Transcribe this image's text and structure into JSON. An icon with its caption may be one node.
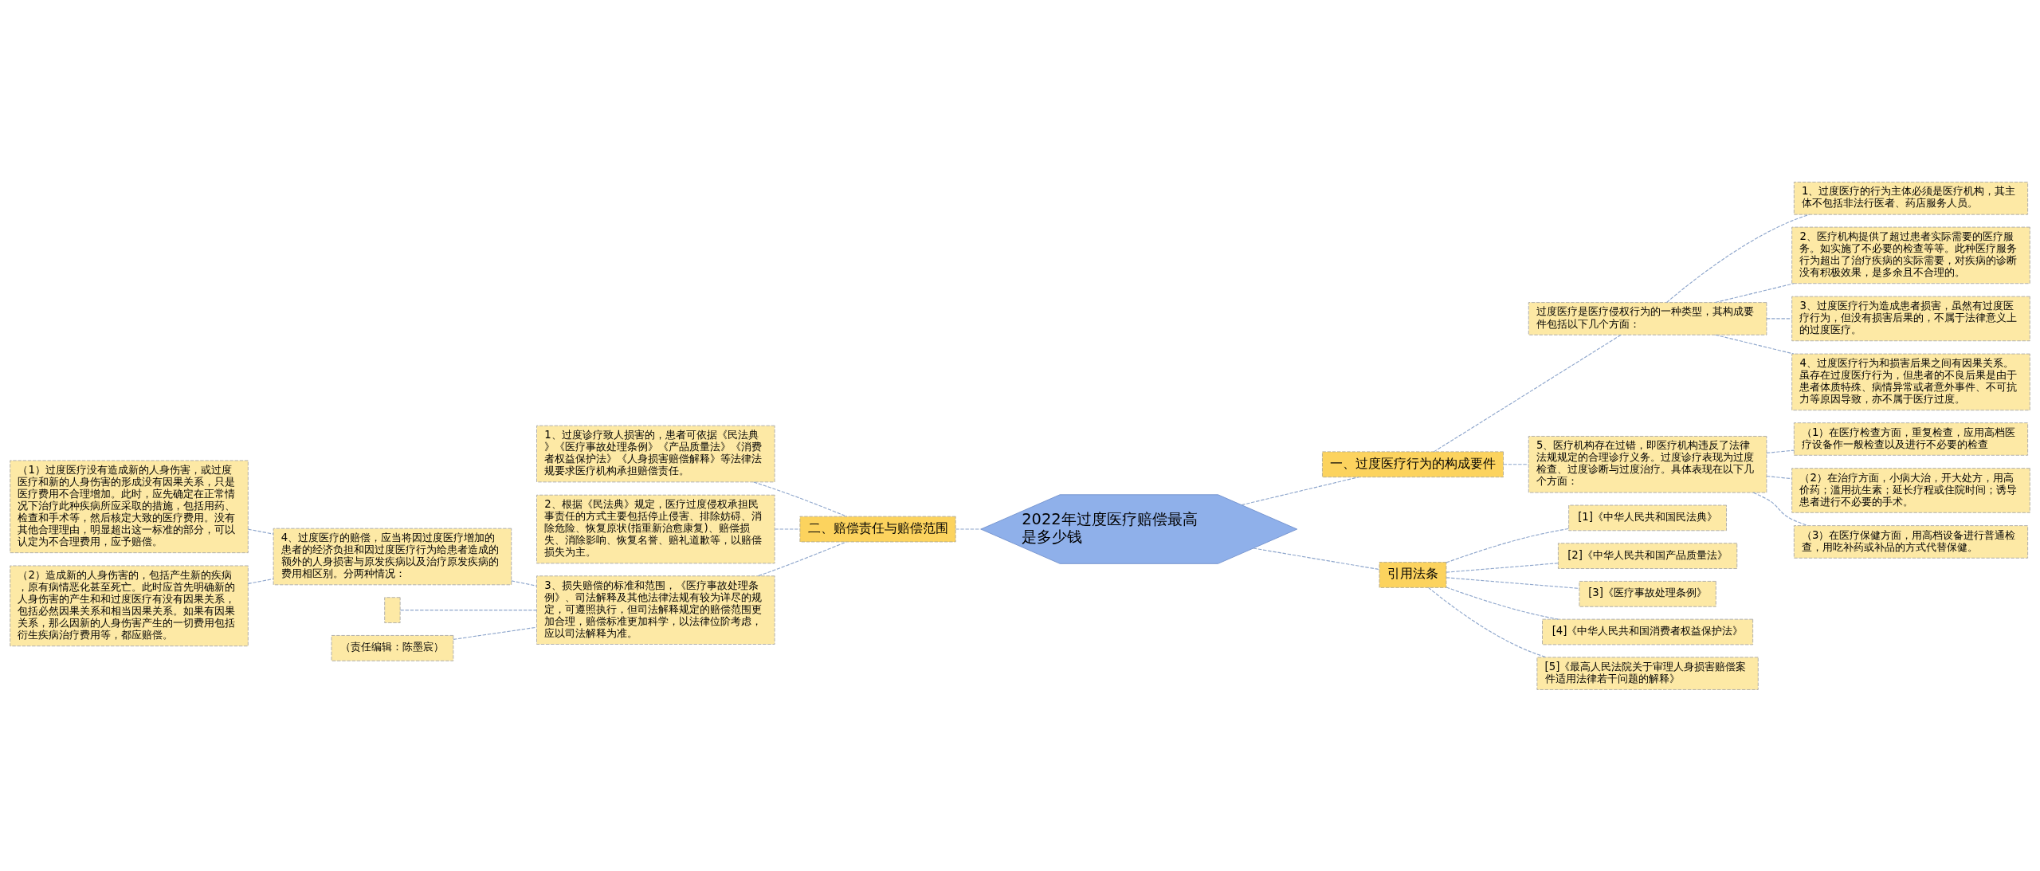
{
  "diagram": {
    "nodes": [
      {
        "text": [
          "2022年过度医疗赔偿最高是多少钱"
        ]
      },
      {
        "text": [
          "一、过度医疗行为的构成要件"
        ]
      },
      {
        "text": [
          "过度医疗是医疗侵权行为的一种类型，其构成要件包括以下几个方面："
        ]
      },
      {
        "text": [
          "1、过度医疗的行为主体必须是医疗机构，其主体不包括非法行医者、药店服务人员。"
        ]
      },
      {
        "text": [
          "2、医疗机构提供了超过患者实际需要的医疗服务。如实施了不必要的检查等等。此种医疗服务行为超出了治疗疾病的实际需要，对疾病的诊断没有积极效果，是多余且不合理的。"
        ]
      },
      {
        "text": [
          "3、过度医疗行为造成患者损害，虽然有过度医疗行为，但没有损害后果的，不属于法律意义上的过度医疗。"
        ]
      },
      {
        "text": [
          "4、过度医疗行为和损害后果之间有因果关系。虽存在过度医疗行为，但患者的不良后果是由于患者体质特殊、病情异常或者意外事件、不可抗力等原因导致，亦不属于医疗过度。"
        ]
      },
      {
        "text": [
          "5、医疗机构存在过错，即医疗机构违反了法律法规规定的合理诊疗义务。过度诊疗表现为过度检查、过度诊断与过度治疗。具体表现在以下几个方面："
        ]
      },
      {
        "text": [
          "（1）在医疗检查方面，重复检查，应用高档医疗设备作一般检查以及进行不必要的检查"
        ]
      },
      {
        "text": [
          "（2）在治疗方面，小病大治，开大处方，用高价药；滥用抗生素；延长疗程或住院时间；诱导患者进行不必要的手术。"
        ]
      },
      {
        "text": [
          "（3）在医疗保健方面，用高档设备进行普通检查，用吃补药或补品的方式代替保健。"
        ]
      },
      {
        "text": [
          "引用法条"
        ]
      },
      {
        "text": [
          "[1]《中华人民共和国民法典》"
        ]
      },
      {
        "text": [
          "[2]《中华人民共和国产品质量法》"
        ]
      },
      {
        "text": [
          "[3]《医疗事故处理条例》"
        ]
      },
      {
        "text": [
          "[4]《中华人民共和国消费者权益保护法》"
        ]
      },
      {
        "text": [
          "[5]《最高人民法院关于审理人身损害赔偿案件适用法律若干问题的解释》"
        ]
      },
      {
        "text": [
          "二、赔偿责任与赔偿范围"
        ]
      },
      {
        "text": [
          "1、过度诊疗致人损害的，患者可依据《民法典》《医疗事故处理条例》《产品质量法》《消费者权益保护法》《人身损害赔偿解释》等法律法规要求医疗机构承担赔偿责任。"
        ]
      },
      {
        "text": [
          "2、根据《民法典》规定，医疗过度侵权承担民事责任的方式主要包括停止侵害、排除妨碍、消除危险、恢复原状(指重新治愈康复)、赔偿损失、消除影响、恢复名誉、赔礼道歉等，以赔偿损失为主。"
        ]
      },
      {
        "text": [
          "3、损失赔偿的标准和范围，《医疗事故处理条例》、司法解释及其他法律法规有较为详尽的规定，可遵照执行，但司法解释规定的赔偿范围更加合理，赔偿标准更加科学，以法律位阶考虑，应以司法解释为准。"
        ]
      },
      {
        "text": [
          "4、过度医疗的赔偿，应当将因过度医疗增加的患者的经济负担和因过度医疗行为给患者造成的额外的人身损害与原发疾病以及治疗原发疾病的费用相区别。分两种情况："
        ]
      },
      {
        "text": [
          "（1）过度医疗没有造成新的人身伤害，或过度医疗和新的人身伤害的形成没有因果关系，只是医疗费用不合理增加。此时，应先确定在正常情况下治疗此种疾病所应采取的措施，包括用药、检查和手术等，然后核定大致的医疗费用。没有其他合理理由，明显超出这一标准的部分，可以认定为不合理费用，应予赔偿。"
        ]
      },
      {
        "text": [
          "（2）造成新的人身伤害的，包括产生新的疾病，原有病情恶化甚至死亡。此时应首先明确新的人身伤害的产生和和过度医疗有没有因果关系，包括必然因果关系和相当因果关系。如果有因果关系，那么因新的人身伤害产生的一切费用包括衍生疾病治疗费用等，都应赔偿。"
        ]
      },
      {
        "text": [],
        "shape": "box"
      },
      {
        "text": [
          "（责任编辑：陈墨宸）"
        ]
      }
    ],
    "edges": [
      {
        "from": 0,
        "to": 1,
        "arrow": "none"
      },
      {
        "from": 1,
        "to": 2,
        "arrow": "none"
      },
      {
        "from": 2,
        "to": 3,
        "arrow": "none"
      },
      {
        "from": 2,
        "to": 4,
        "arrow": "none"
      },
      {
        "from": 2,
        "to": 5,
        "arrow": "none"
      },
      {
        "from": 2,
        "to": 6,
        "arrow": "none"
      },
      {
        "from": 1,
        "to": 7,
        "arrow": "none"
      },
      {
        "from": 7,
        "to": 8,
        "arrow": "none"
      },
      {
        "from": 7,
        "to": 9,
        "arrow": "none"
      },
      {
        "from": 7,
        "to": 10,
        "arrow": "none"
      },
      {
        "from": 0,
        "to": 11,
        "arrow": "none"
      },
      {
        "from": 11,
        "to": 12,
        "arrow": "none"
      },
      {
        "from": 11,
        "to": 13,
        "arrow": "none"
      },
      {
        "from": 11,
        "to": 14,
        "arrow": "none"
      },
      {
        "from": 11,
        "to": 15,
        "arrow": "none"
      },
      {
        "from": 11,
        "to": 16,
        "arrow": "none"
      },
      {
        "from": 17,
        "to": 0,
        "arrow": "none"
      },
      {
        "from": 18,
        "to": 17,
        "arrow": "none"
      },
      {
        "from": 19,
        "to": 17,
        "arrow": "none"
      },
      {
        "from": 20,
        "to": 17,
        "arrow": "none"
      },
      {
        "from": 21,
        "to": 20,
        "arrow": "none"
      },
      {
        "from": 22,
        "to": 21,
        "arrow": "none"
      },
      {
        "from": 23,
        "to": 21,
        "arrow": "none"
      },
      {
        "from": 24,
        "to": 20,
        "arrow": "none"
      },
      {
        "from": 25,
        "to": 20,
        "arrow": "none"
      }
    ]
  }
}
